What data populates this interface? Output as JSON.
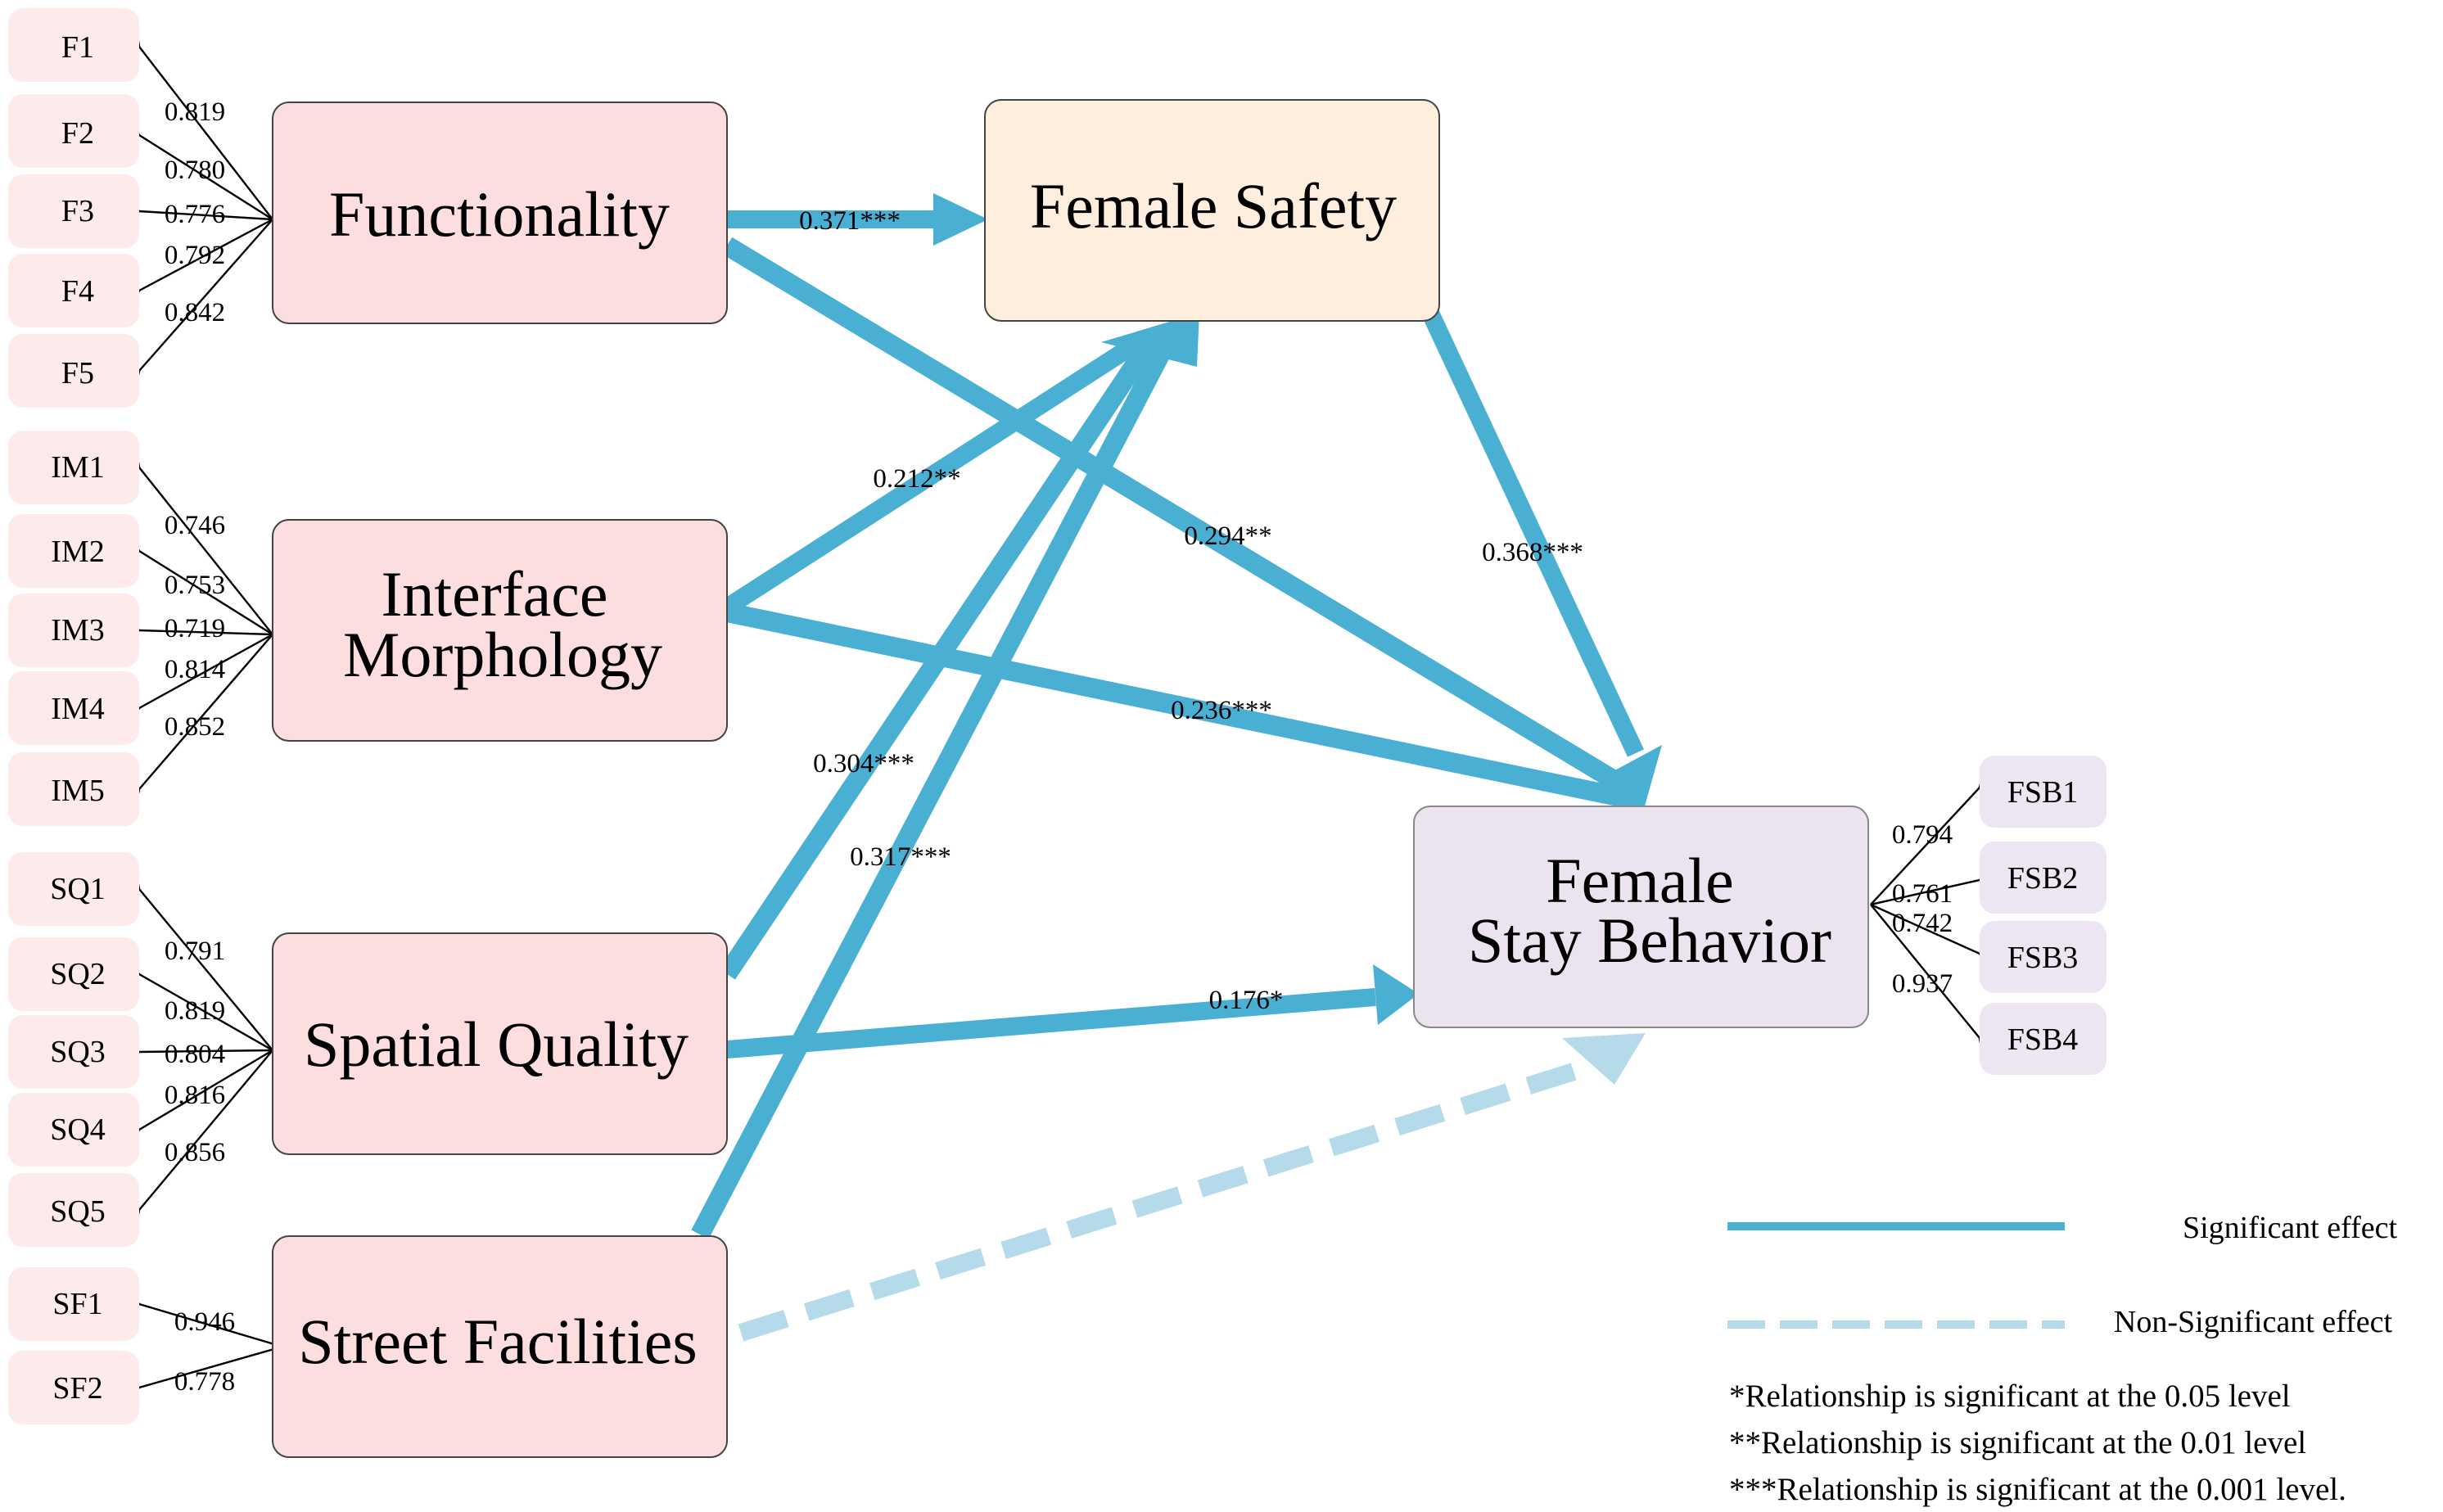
{
  "colors": {
    "exogenous_fill": "#fddede",
    "safety_fill": "#fdeedd",
    "behavior_fill": "#ebe3f0",
    "indicator_fill": "#fdeaea",
    "behavior_indicator_fill": "#ede5f1",
    "significant": "#4ab0d3",
    "non_significant": "#b5daea"
  },
  "constructs": {
    "functionality": "Functionality",
    "interface_1": "Interface",
    "interface_2": "Morphology",
    "spatial": "Spatial Quality",
    "street": "Street Facilities",
    "safety": "Female Safety",
    "behavior_1": "Female",
    "behavior_2": "Stay Behavior"
  },
  "indicators": {
    "functionality": [
      {
        "label": "F1",
        "loading": "0.819"
      },
      {
        "label": "F2",
        "loading": "0.780"
      },
      {
        "label": "F3",
        "loading": "0.776"
      },
      {
        "label": "F4",
        "loading": "0.792"
      },
      {
        "label": "F5",
        "loading": "0.842"
      }
    ],
    "interface": [
      {
        "label": "IM1",
        "loading": "0.746"
      },
      {
        "label": "IM2",
        "loading": "0.753"
      },
      {
        "label": "IM3",
        "loading": "0.719"
      },
      {
        "label": "IM4",
        "loading": "0.814"
      },
      {
        "label": "IM5",
        "loading": "0.852"
      }
    ],
    "spatial": [
      {
        "label": "SQ1",
        "loading": "0.791"
      },
      {
        "label": "SQ2",
        "loading": "0.819"
      },
      {
        "label": "SQ3",
        "loading": "0.804"
      },
      {
        "label": "SQ4",
        "loading": "0.816"
      },
      {
        "label": "SQ5",
        "loading": "0.856"
      }
    ],
    "street": [
      {
        "label": "SF1",
        "loading": "0.946"
      },
      {
        "label": "SF2",
        "loading": "0.778"
      }
    ],
    "behavior": [
      {
        "label": "FSB1",
        "loading": "0.794"
      },
      {
        "label": "FSB2",
        "loading": "0.761"
      },
      {
        "label": "FSB3",
        "loading": "0.742"
      },
      {
        "label": "FSB4",
        "loading": "0.937"
      }
    ]
  },
  "paths": {
    "f_to_safety": "0.371***",
    "f_to_behavior": "0.294**",
    "im_to_safety": "0.212**",
    "im_to_behavior": "0.236***",
    "sq_to_safety": "0.304***",
    "sf_to_safety": "0.317***",
    "sq_to_behavior": "0.176*",
    "safety_to_behavior": "0.368***"
  },
  "legend": {
    "significant": "Significant effect",
    "non_significant": "Non-Significant effect"
  },
  "notes": [
    "*Relationship is significant at the 0.05 level",
    "**Relationship is significant at the 0.01 level",
    "***Relationship is significant at the 0.001 level."
  ]
}
